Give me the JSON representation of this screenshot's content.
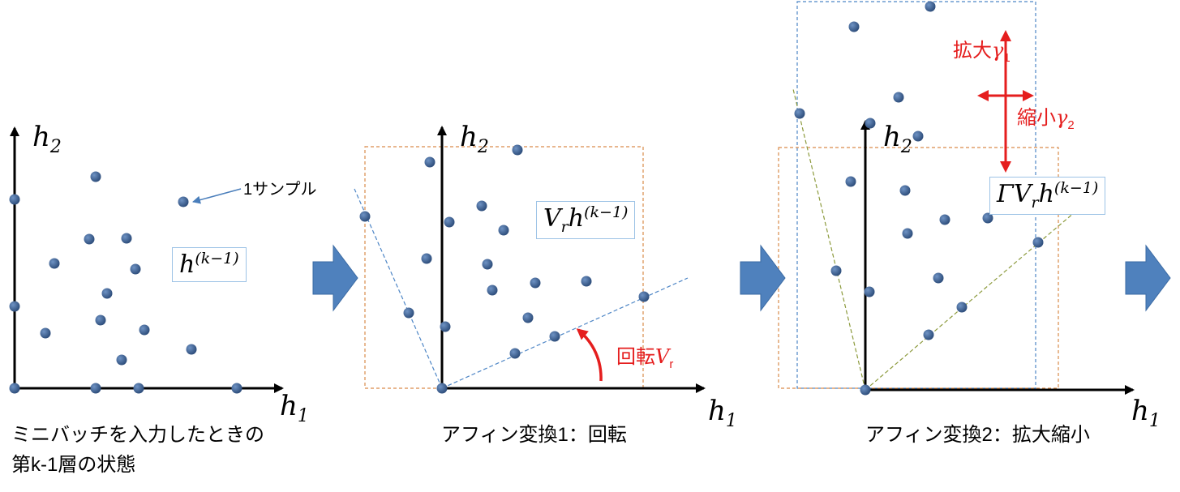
{
  "panels": [
    {
      "caption_line1": "ミニバッチを入力したときの",
      "caption_line2": "第k-1層の状態",
      "formula": "h",
      "formula_sup": "(k−1)"
    },
    {
      "caption": "アフィン変換1：回転",
      "formula_main": "V",
      "formula_sub": "r",
      "formula_h": "h",
      "formula_sup": "(k−1)",
      "rotation_label": "回転",
      "rotation_symbol": "V",
      "rotation_sub": "r"
    },
    {
      "caption": "アフィン変換2：拡大縮小",
      "formula_main": "ΓV",
      "formula_sub": "r",
      "formula_h": "h",
      "formula_sup": "(k−1)",
      "expand_label": "拡大",
      "expand_symbol": "γ",
      "expand_sub": "1",
      "shrink_label": "縮小",
      "shrink_symbol": "γ",
      "shrink_sub": "2"
    }
  ],
  "axes": {
    "h1_main": "h",
    "h1_sub": "1",
    "h2_main": "h",
    "h2_sub": "2"
  },
  "sample_note": "1サンプル",
  "colors": {
    "point": "#3a5f93",
    "arrow": "#4a7ebb",
    "red": "#e51e1e",
    "dashed_blue": "#4e86c6",
    "dashed_orange": "#d98b4a",
    "dashed_green": "#8c9a3c"
  }
}
